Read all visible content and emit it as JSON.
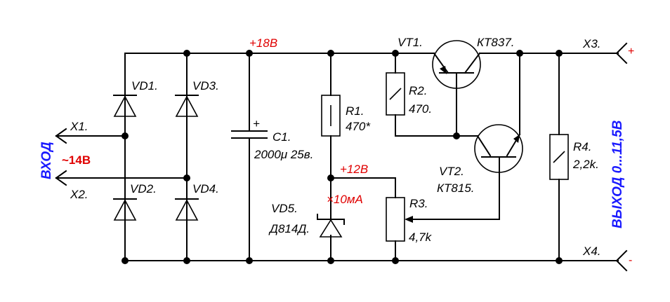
{
  "labels": {
    "vd1": "VD1.",
    "vd2": "VD2.",
    "vd3": "VD3.",
    "vd4": "VD4.",
    "vd5": "VD5.",
    "vd5_type": "Д814Д.",
    "x1": "X1.",
    "x2": "X2.",
    "x3": "X3.",
    "x4": "X4.",
    "c1": "C1.",
    "c1_value": "2000μ 25в.",
    "c1_plus": "+",
    "r1": "R1.",
    "r1_value": "470*",
    "r2": "R2.",
    "r2_value": "470.",
    "r3": "R3.",
    "r3_value": "4,7k",
    "r4": "R4.",
    "r4_value": "2,2k.",
    "vt1": "VT1.",
    "vt1_type": "КТ837.",
    "vt2": "VT2.",
    "vt2_type": "КТ815."
  },
  "annotations": {
    "v18": "+18В",
    "v12": "+12В",
    "i10": "×10мА",
    "ac14": "~14В",
    "plus": "+",
    "minus": "-"
  },
  "side_labels": {
    "input": "ВХОД",
    "output": "ВЫХОД  0...11,5В"
  },
  "colors": {
    "wire": "#000000",
    "annotation_red": "#e00000",
    "label_blue": "#1a1aff"
  }
}
